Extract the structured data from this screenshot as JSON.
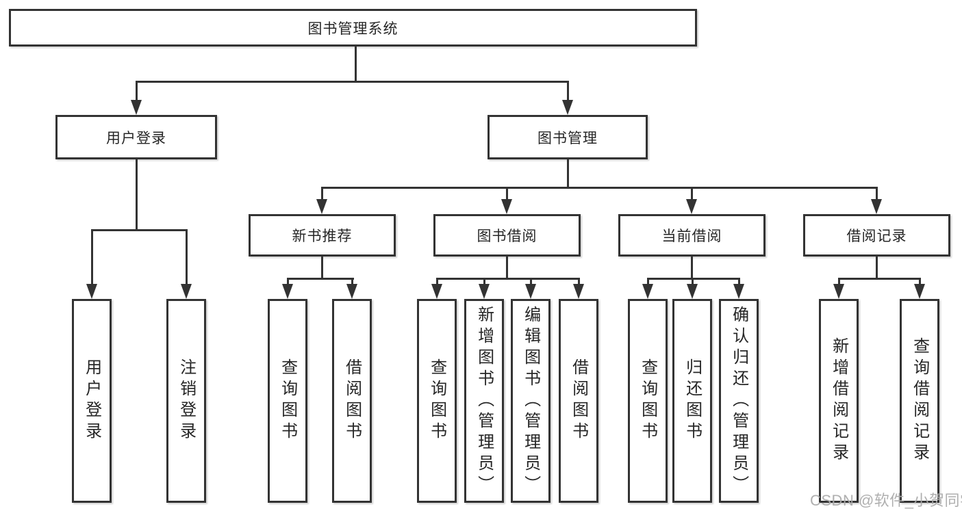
{
  "nodes": {
    "root": "图书管理系统",
    "user_login": "用户登录",
    "book_management": "图书管理",
    "new_book_recommendation": "新书推荐",
    "book_borrowing": "图书借阅",
    "current_borrowing": "当前借阅",
    "borrowing_records": "借阅记录",
    "leaf_user_login": "用户登录",
    "leaf_logout": "注销登录",
    "leaf_nb_query_books": "查询图书",
    "leaf_nb_borrow_books": "借阅图书",
    "leaf_bb_query_books": "查询图书",
    "leaf_bb_add_books_admin": "新增图书（管理员）",
    "leaf_bb_edit_books_admin": "编辑图书（管理员）",
    "leaf_bb_borrow_books": "借阅图书",
    "leaf_cb_query_books": "查询图书",
    "leaf_cb_return_books": "归还图书",
    "leaf_cb_confirm_return_admin": "确认归还（管理员）",
    "leaf_br_add_record": "新增借阅记录",
    "leaf_br_query_record": "查询借阅记录"
  },
  "watermark": "CSDN @软件_小贺同学",
  "colors": {
    "line": "#333333",
    "text": "#262626",
    "background": "#ffffff",
    "watermark": "#ababab"
  }
}
